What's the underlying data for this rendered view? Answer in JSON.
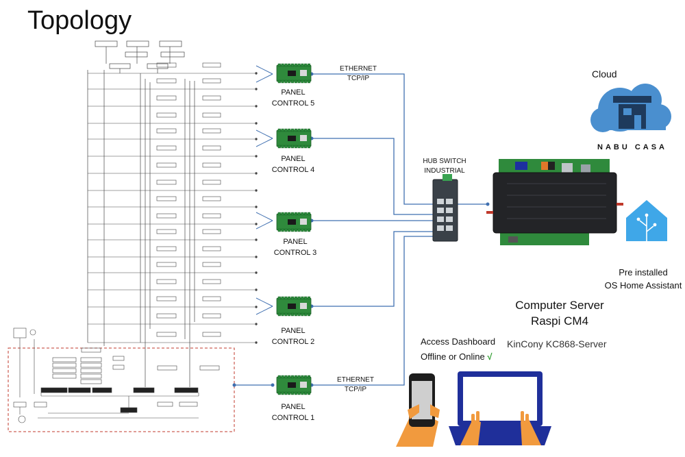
{
  "title": "Topology",
  "panels": [
    {
      "id": "panel5",
      "line1": "PANEL",
      "line2": "CONTROL 5"
    },
    {
      "id": "panel4",
      "line1": "PANEL",
      "line2": "CONTROL 4"
    },
    {
      "id": "panel3",
      "line1": "PANEL",
      "line2": "CONTROL 3"
    },
    {
      "id": "panel2",
      "line1": "PANEL",
      "line2": "CONTROL 2"
    },
    {
      "id": "panel1",
      "line1": "PANEL",
      "line2": "CONTROL 1"
    }
  ],
  "ethernet_top": {
    "line1": "ETHERNET",
    "line2": "TCP/IP"
  },
  "ethernet_bottom": {
    "line1": "ETHERNET",
    "line2": "TCP/IP"
  },
  "hub_switch": {
    "line1": "HUB SWITCH",
    "line2": "INDUSTRIAL"
  },
  "cloud": {
    "label": "Cloud",
    "brand": "NABU CASA"
  },
  "home_assistant": {
    "line1": "Pre installed",
    "line2": "OS Home Assistant"
  },
  "server": {
    "line1": "Computer Server",
    "line2": "Raspi CM4",
    "model": "KinCony KC868-Server"
  },
  "access": {
    "line1": "Access Dashboard",
    "line2": "Offline or Online",
    "check": "√"
  },
  "colors": {
    "link": "#3f6fb0",
    "board_green": "#2f8a3c",
    "server_case": "#232427",
    "cloud_blue": "#4a8fcf",
    "ha_blue": "#3fa7e8",
    "hand_orange": "#f19a3e",
    "laptop_blue": "#1f2f9a"
  }
}
